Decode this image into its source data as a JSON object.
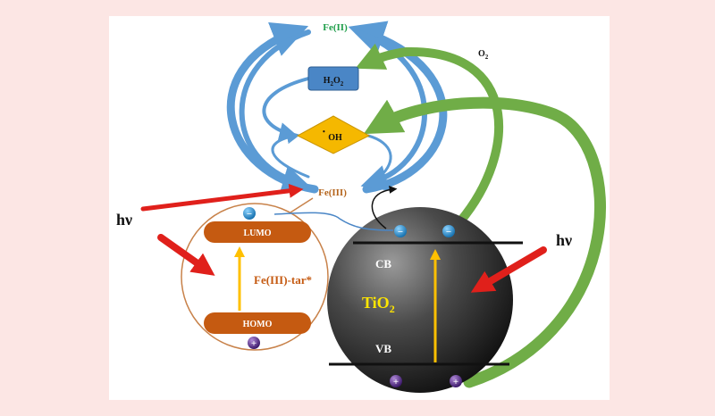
{
  "labels": {
    "fe2": "Fe(II)",
    "fe3": "Fe(III)",
    "h2o2_main": "H",
    "h2o2_sub1": "2",
    "h2o2_mid": "O",
    "h2o2_sub2": "2",
    "oh_dot": "•",
    "oh": "OH",
    "o2_main": "O",
    "o2_sub": "2",
    "hv_left": "hν",
    "hv_right": "hν",
    "lumo": "LUMO",
    "homo": "HOMO",
    "complex": "Fe(III)-tar*",
    "cb": "CB",
    "vb": "VB",
    "tio2_main": "TiO",
    "tio2_sub": "2",
    "electron": "−",
    "hole": "+"
  },
  "colors": {
    "page_background": "#fce6e4",
    "panel_background": "#ffffff",
    "blue_arrow": "#5b9bd5",
    "green_arrow": "#70ad47",
    "red_arrow": "#e0201b",
    "orange_bar": "#c55a11",
    "yellow_arrow": "#ffc000",
    "oh_diamond": "#f5b800",
    "h2o2_box": "#4a86c6",
    "fe2_text": "#1f9e4a",
    "fe3_text": "#b5651d",
    "sphere_dark": "#1a1a1a",
    "electron": "#1f88c9",
    "hole": "#5a2a8c"
  },
  "icons": [
    "electron-icon",
    "hole-icon"
  ]
}
